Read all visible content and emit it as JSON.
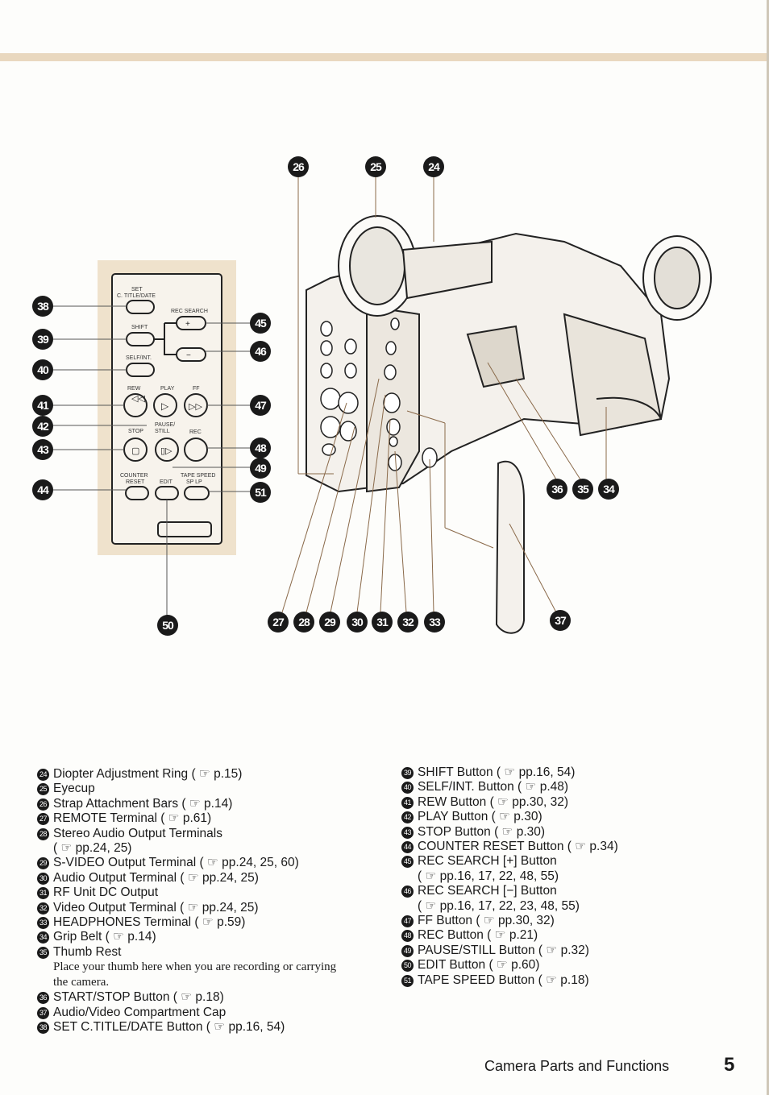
{
  "legend_left": [
    {
      "num": "24",
      "text": "Diopter Adjustment Ring ( ☞ p.15)"
    },
    {
      "num": "25",
      "text": "Eyecup"
    },
    {
      "num": "26",
      "text": "Strap Attachment Bars ( ☞ p.14)"
    },
    {
      "num": "27",
      "text": "REMOTE Terminal ( ☞ p.61)"
    },
    {
      "num": "28",
      "text": "Stereo Audio Output Terminals",
      "cont": "( ☞ pp.24, 25)"
    },
    {
      "num": "29",
      "text": "S-VIDEO Output Terminal ( ☞ pp.24, 25, 60)"
    },
    {
      "num": "30",
      "text": "Audio Output Terminal ( ☞ pp.24, 25)"
    },
    {
      "num": "31",
      "text": "RF Unit DC Output"
    },
    {
      "num": "32",
      "text": "Video Output Terminal ( ☞ pp.24, 25)"
    },
    {
      "num": "33",
      "text": "HEADPHONES Terminal ( ☞ p.59)"
    },
    {
      "num": "34",
      "text": "Grip Belt ( ☞ p.14)"
    },
    {
      "num": "35",
      "text": "Thumb Rest",
      "note": "Place your thumb here when you are recording or carrying the camera."
    },
    {
      "num": "36",
      "text": "START/STOP Button ( ☞ p.18)"
    },
    {
      "num": "37",
      "text": "Audio/Video Compartment Cap"
    },
    {
      "num": "38",
      "text": "SET C.TITLE/DATE Button ( ☞ pp.16, 54)"
    }
  ],
  "legend_right": [
    {
      "num": "39",
      "text": "SHIFT Button ( ☞ pp.16, 54)"
    },
    {
      "num": "40",
      "text": "SELF/INT. Button ( ☞ p.48)"
    },
    {
      "num": "41",
      "text": "REW Button ( ☞ pp.30, 32)"
    },
    {
      "num": "42",
      "text": "PLAY Button ( ☞ p.30)"
    },
    {
      "num": "43",
      "text": "STOP Button ( ☞ p.30)"
    },
    {
      "num": "44",
      "text": "COUNTER RESET Button ( ☞ p.34)"
    },
    {
      "num": "45",
      "text": "REC SEARCH [+] Button",
      "cont": "( ☞ pp.16, 17, 22, 48, 55)"
    },
    {
      "num": "46",
      "text": "REC SEARCH [−] Button",
      "cont": "( ☞ pp.16, 17, 22, 23, 48, 55)"
    },
    {
      "num": "47",
      "text": "FF Button ( ☞ pp.30, 32)"
    },
    {
      "num": "48",
      "text": "REC Button ( ☞ p.21)"
    },
    {
      "num": "49",
      "text": "PAUSE/STILL Button ( ☞ p.32)"
    },
    {
      "num": "50",
      "text": "EDIT Button ( ☞ p.60)"
    },
    {
      "num": "51",
      "text": "TAPE SPEED Button ( ☞ p.18)"
    }
  ],
  "remote_labels": {
    "set": "SET",
    "ctitle": "C. TITLE/DATE",
    "rec_search": "REC SEARCH",
    "shift": "SHIFT",
    "self_int": "SELF/INT.",
    "rew": "REW",
    "play": "PLAY",
    "ff": "FF",
    "pause": "PAUSE/",
    "still": "STILL",
    "stop": "STOP",
    "rec": "REC",
    "counter": "COUNTER",
    "reset": "RESET",
    "edit": "EDIT",
    "tape_speed": "TAPE SPEED",
    "sp_lp": "SP LP"
  },
  "callouts": [
    "24",
    "25",
    "26",
    "27",
    "28",
    "29",
    "30",
    "31",
    "32",
    "33",
    "34",
    "35",
    "36",
    "37",
    "38",
    "39",
    "40",
    "41",
    "42",
    "43",
    "44",
    "45",
    "46",
    "47",
    "48",
    "49",
    "50",
    "51"
  ],
  "footer": {
    "title": "Camera Parts and Functions",
    "page": "5"
  }
}
